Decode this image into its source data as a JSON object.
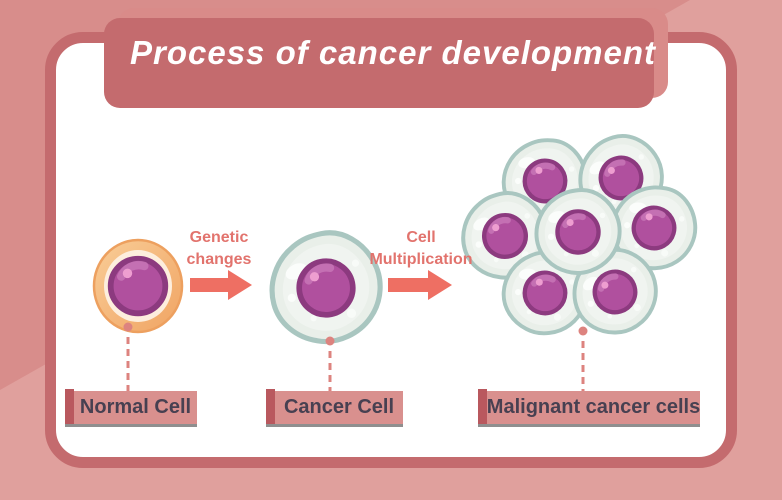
{
  "title": "Process of cancer development",
  "stages": [
    {
      "name": "normal-cell",
      "label": "Normal Cell"
    },
    {
      "name": "cancer-cell",
      "label": "Cancer Cell"
    },
    {
      "name": "malignant-cancer-cells",
      "label": "Malignant cancer cells"
    }
  ],
  "transitions": [
    {
      "line1": "Genetic",
      "line2": "changes"
    },
    {
      "line1": "Cell",
      "line2": "Multiplication"
    }
  ],
  "colors": {
    "background_dark": "#d88d8b",
    "background_light": "#e0a09d",
    "frame_border": "#c46b6e",
    "card_fill": "#ffffff",
    "banner_fill": "#d98b89",
    "banner_shadow": "#c46b6e",
    "title_text": "#ffffff",
    "arrow": "#ee6f63",
    "transition_text": "#e2736d",
    "label_bar_fill": "#d9908e",
    "label_bar_edge": "#b9585e",
    "label_underline": "#8f8f8f",
    "label_text": "#474051",
    "dashed_connector": "#dd837f",
    "normal_cell_ring": "#f5b274",
    "normal_cell_body": "#fdeedd",
    "cell_membrane": "#a9c6c0",
    "cell_body": "#e9efe9",
    "nucleus_rim": "#8c3a7f",
    "nucleus_fill": "#b0509e",
    "nucleus_highlight": "#ee9ed0"
  }
}
